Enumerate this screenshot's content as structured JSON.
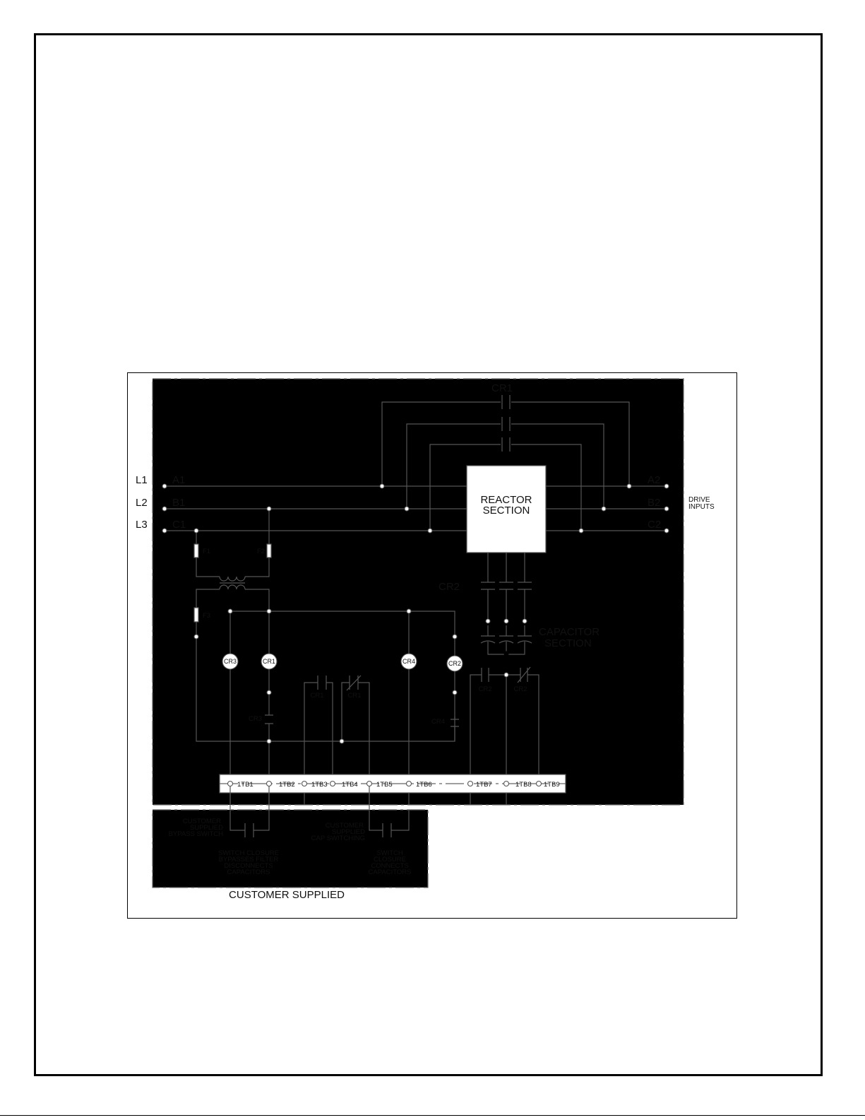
{
  "line_labels": [
    "L1",
    "L2",
    "L3"
  ],
  "input_labels": [
    "A1",
    "B1",
    "C1"
  ],
  "output_labels": [
    "A2",
    "B2",
    "C2"
  ],
  "drive_inputs": [
    "DRIVE",
    "INPUTS"
  ],
  "reactor_section": [
    "REACTOR",
    "SECTION"
  ],
  "capacitor_section": [
    "CAPACITOR",
    "SECTION"
  ],
  "contacts": {
    "cr1_top": "CR1",
    "cr2_caps": "CR2",
    "cr3": "CR3",
    "cr4": "CR4",
    "cr1_no": "CR1",
    "cr1_nc": "CR1",
    "cr2_no": "CR2",
    "cr2_nc": "CR2"
  },
  "fuses": [
    "F1",
    "F2",
    "F3"
  ],
  "coils": [
    "CR3",
    "CR1",
    "CR4",
    "CR2"
  ],
  "terminals": [
    "1TB1",
    "1TB2",
    "1TB3",
    "1TB4",
    "1TB5",
    "1TB6",
    "1TB7",
    "1TB8",
    "1TB9"
  ],
  "customer": {
    "bypass_label": [
      "CUSTOMER",
      "SUPPLIED",
      "BYPASS SWITCH"
    ],
    "bypass_note": [
      "SWITCH CLOSURE",
      "BYPASSES FILTER",
      "DISCONNECTS",
      "CAPACITORS"
    ],
    "cap_label": [
      "CUSTOMER",
      "SUPPLIED",
      "CAP SWITCHING"
    ],
    "cap_note": [
      "SWITCH",
      "CLOSURE",
      "CONNECTS",
      "CAPACITORS"
    ],
    "section_title": "CUSTOMER SUPPLIED"
  }
}
